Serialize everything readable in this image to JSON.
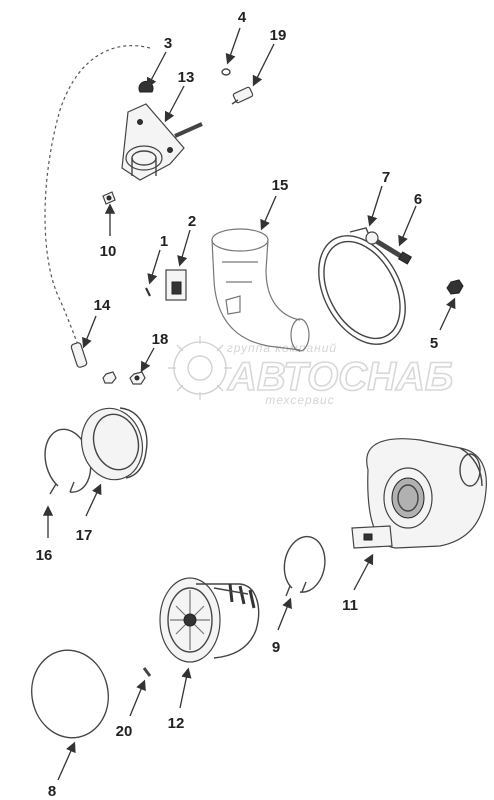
{
  "diagram": {
    "callouts": {
      "c1": "1",
      "c2": "2",
      "c3": "3",
      "c4": "4",
      "c5": "5",
      "c6": "6",
      "c7": "7",
      "c8": "8",
      "c9": "9",
      "c10": "10",
      "c11": "11",
      "c12": "12",
      "c13": "13",
      "c14": "14",
      "c15": "15",
      "c16": "16",
      "c17": "17",
      "c18": "18",
      "c19": "19",
      "c20": "20"
    },
    "watermark": {
      "top_line": "группа компаний",
      "brand": "АВТОСНАБ",
      "bottom_line": "техсервис"
    }
  }
}
